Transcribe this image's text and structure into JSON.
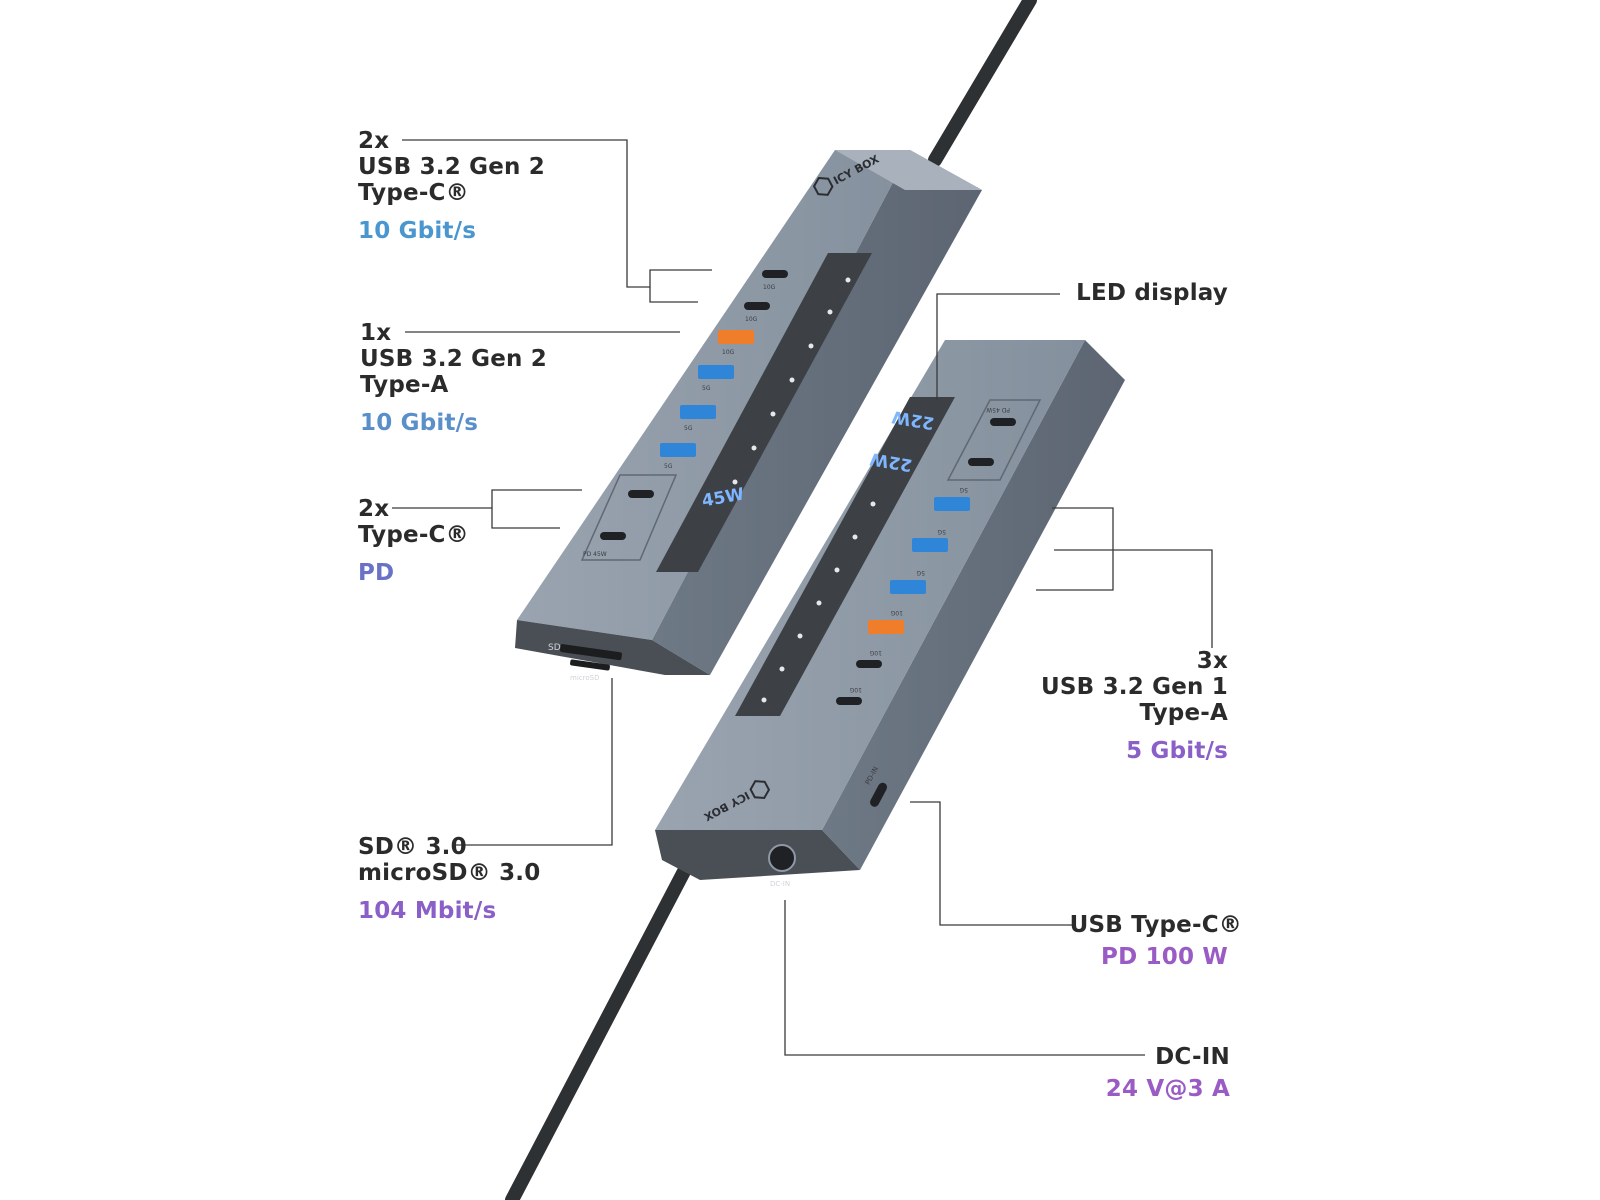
{
  "brand": "ICY BOX",
  "colors": {
    "housing": "#8e99a6",
    "housing_dark": "#6b7683",
    "panel": "#3d4045",
    "port_blue": "#2f86d8",
    "port_orange": "#ef7d2a",
    "led": "#7fb6ff",
    "cable": "#2e3133",
    "leader_line": "#3a3a3a"
  },
  "callouts": {
    "type_c_gen2": {
      "lines": [
        "2x",
        "USB 3.2 Gen 2",
        "Type-C®"
      ],
      "speed": "10 Gbit/s"
    },
    "type_a_gen2": {
      "lines": [
        "1x",
        "USB 3.2 Gen 2",
        "Type-A"
      ],
      "speed": "10 Gbit/s"
    },
    "type_c_pd": {
      "lines": [
        "2x",
        "Type-C®"
      ],
      "speed": "PD"
    },
    "card_reader": {
      "lines": [
        "SD® 3.0",
        "microSD® 3.0"
      ],
      "speed": "104 Mbit/s"
    },
    "led_display": {
      "lines": [
        "LED display"
      ]
    },
    "type_a_gen1": {
      "lines": [
        "3x",
        "USB 3.2 Gen 1",
        "Type-A"
      ],
      "speed": "5 Gbit/s"
    },
    "usb_c_pd_in": {
      "lines": [
        "USB Type-C®"
      ],
      "speed": "PD 100 W"
    },
    "dc_in": {
      "lines": [
        "DC-IN"
      ],
      "speed": "24 V@3 A"
    }
  },
  "port_labels": {
    "c10g": "10G",
    "a10g": "10G",
    "a5g": "5G",
    "pd45": "PD 45W",
    "pd_in": "PD-IN",
    "dc_in": "DC-IN",
    "sd": "SD",
    "microsd": "microSD"
  },
  "led_readouts": {
    "left_hub": "45W",
    "right_hub_top": "22W",
    "right_hub_bottom": "22W"
  }
}
